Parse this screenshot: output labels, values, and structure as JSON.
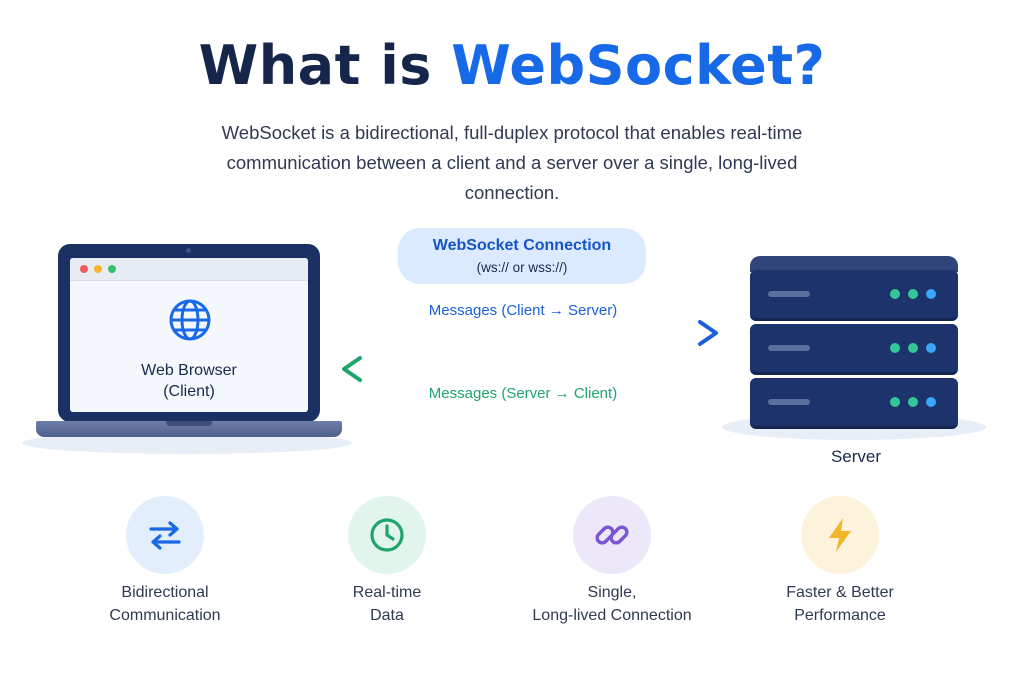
{
  "title": {
    "part1": "What is ",
    "part2": "WebSocket?"
  },
  "subtitle": "WebSocket is a bidirectional, full-duplex protocol that enables real-time communication between a client and a server over a single, long-lived connection.",
  "client": {
    "line1": "Web Browser",
    "line2": "(Client)",
    "icon": "globe-icon"
  },
  "connection": {
    "title": "WebSocket Connection",
    "protocols": "(ws:// or wss://)"
  },
  "messages": {
    "client_to_server": "Messages (Client → Server)",
    "server_to_client": "Messages (Server → Client)"
  },
  "server": {
    "label": "Server"
  },
  "features": [
    {
      "line1": "Bidirectional",
      "line2": "Communication",
      "icon": "swap-arrows-icon"
    },
    {
      "line1": "Real-time",
      "line2": "Data",
      "icon": "clock-icon"
    },
    {
      "line1": "Single,",
      "line2": "Long-lived Connection",
      "icon": "link-icon"
    },
    {
      "line1": "Faster & Better",
      "line2": "Performance",
      "icon": "lightning-icon"
    }
  ],
  "colors": {
    "title_dark": "#15264a",
    "accent_blue": "#1769e8",
    "client_to_server_arrow": "#1b62d8",
    "server_to_client_arrow": "#1fa46b",
    "server_body": "#1d336b"
  }
}
